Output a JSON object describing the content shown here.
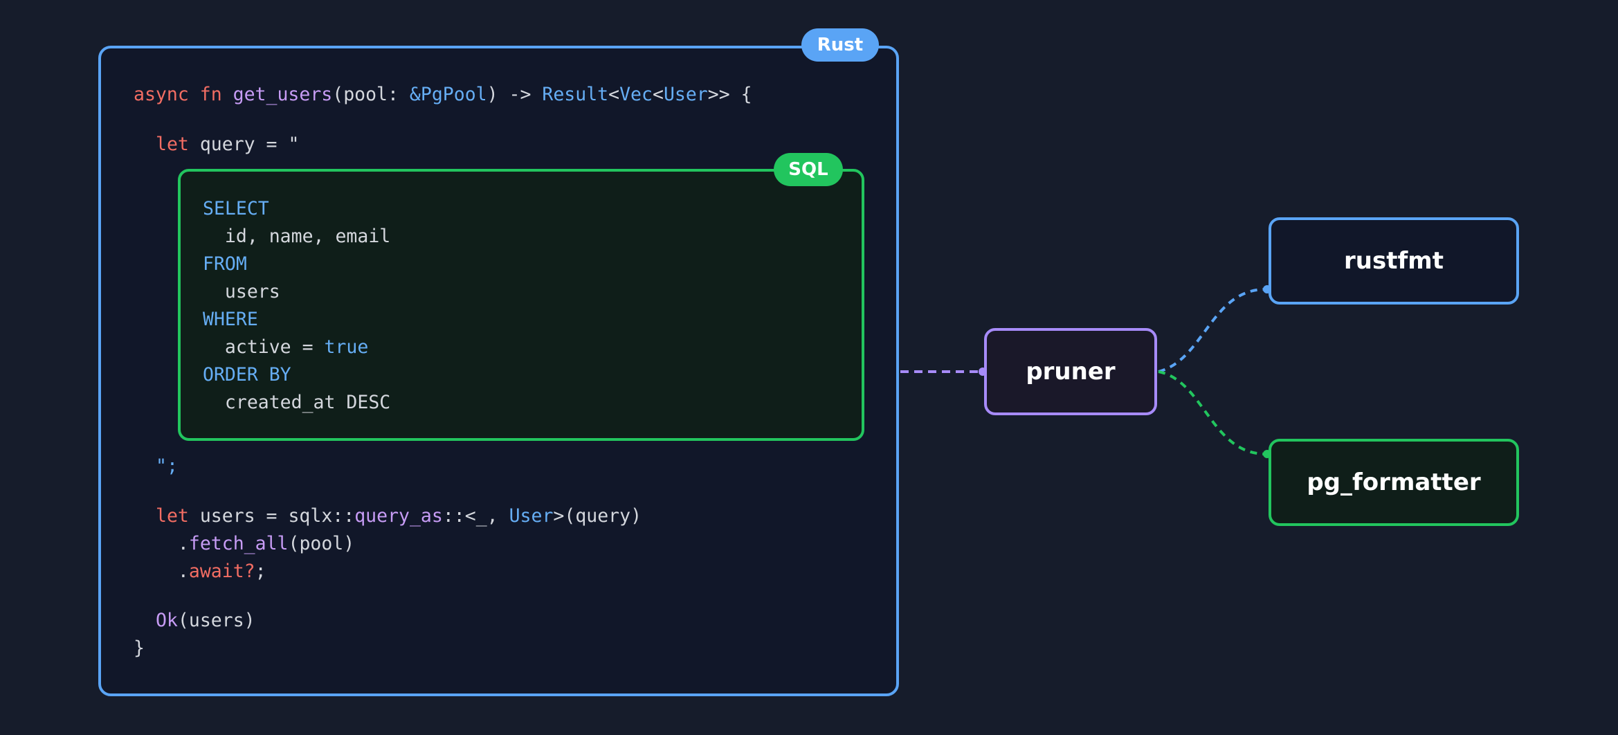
{
  "diagram": {
    "rust_badge": "Rust",
    "sql_badge": "SQL",
    "nodes": {
      "pruner": "pruner",
      "rustfmt": "rustfmt",
      "pg_formatter": "pg_formatter"
    },
    "colors": {
      "background": "#161c2b",
      "rust_blue": "#5aa4f5",
      "sql_green": "#22c55e",
      "pruner_purple": "#a78bfa",
      "keyword_red": "#f26d63",
      "function_purple": "#c79cf5",
      "type_blue": "#66aef5",
      "text": "#d4d7dd"
    },
    "edges": [
      {
        "from": "rust-code-box",
        "to": "pruner",
        "style": "dashed",
        "color": "#a78bfa"
      },
      {
        "from": "pruner",
        "to": "rustfmt",
        "style": "dashed",
        "color": "#5aa4f5"
      },
      {
        "from": "pruner",
        "to": "pg_formatter",
        "style": "dashed",
        "color": "#22c55e"
      }
    ]
  },
  "code": {
    "l1_async": "async",
    "l1_fn": "fn",
    "l1_name": "get_users",
    "l1_params": "(pool: ",
    "l1_pgpool": "&PgPool",
    "l1_arrow": ") -> ",
    "l1_result": "Result",
    "l1_lt1": "<",
    "l1_vec": "Vec",
    "l1_lt2": "<",
    "l1_user": "User",
    "l1_end": ">> {",
    "l2_let": "let",
    "l2_rest": " query = \"",
    "sql": {
      "select": "SELECT",
      "cols": "  id, name, email",
      "from": "FROM",
      "table": "  users",
      "where": "WHERE",
      "cond": "  active = ",
      "true": "true",
      "order": "ORDER BY",
      "order_col": "  created_at DESC"
    },
    "l3_close": "\";",
    "l4_let": "let",
    "l4_a": " users = sqlx::",
    "l4_query_as": "query_as",
    "l4_b": "::<_, ",
    "l4_user": "User",
    "l4_c": ">(query)",
    "l5_dot": ".",
    "l5_fetch_all": "fetch_all",
    "l5_rest": "(pool)",
    "l6_dot": ".",
    "l6_await": "await?",
    "l6_semi": ";",
    "l7_ok": "Ok",
    "l7_rest": "(users)",
    "l8_brace": "}"
  }
}
